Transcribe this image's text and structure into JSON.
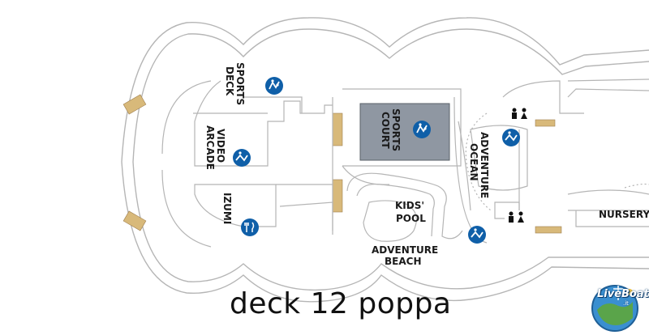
{
  "map": {
    "caption": "deck 12 poppa",
    "labels": {
      "sports_deck_1": "SPORTS",
      "sports_deck_2": "DECK",
      "video_arcade_1": "VIDEO",
      "video_arcade_2": "ARCADE",
      "izumi": "IZUMI",
      "sports_court_1": "SPORTS",
      "sports_court_2": "COURT",
      "adventure_ocean_1": "ADVENTURE",
      "adventure_ocean_2": "OCEAN",
      "kids_pool_1": "KIDS'",
      "kids_pool_2": "POOL",
      "adventure_beach_1": "ADVENTURE",
      "adventure_beach_2": "BEACH",
      "nursery": "NURSERY"
    },
    "icons": [
      "activity-icon",
      "dining-icon",
      "restroom-icon"
    ],
    "colors": {
      "icon_blue": "#0f5fa8",
      "court_fill": "#8f97a2",
      "hull_stroke": "#b5b5b5",
      "stairs": "#d8b97a"
    }
  },
  "logo": {
    "text": "LiveBoat",
    "suffix": ".it"
  }
}
